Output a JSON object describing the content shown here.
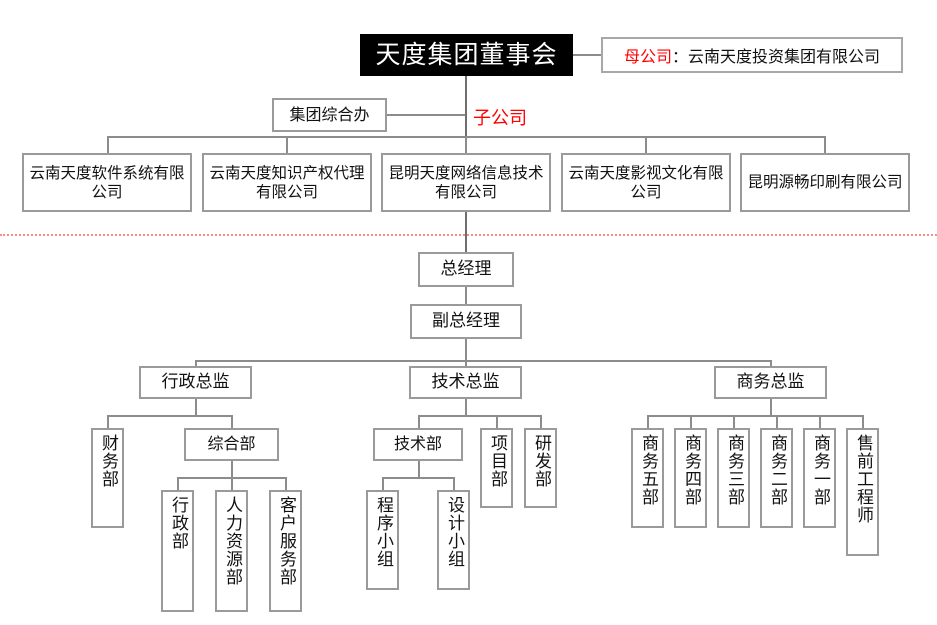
{
  "chart": {
    "title_node": "天度集团董事会",
    "annotations": {
      "parent_company_label": "母公司",
      "parent_company_sep": "：",
      "parent_company_name": "云南天度投资集团有限公司",
      "subsidiary_label": "子公司"
    },
    "group_office": "集团综合办",
    "subsidiaries": [
      "云南天度软件系统有限公司",
      "云南天度知识产权代理有限公司",
      "昆明天度网络信息技术有限公司",
      "云南天度影视文化有限公司",
      "昆明源畅印刷有限公司"
    ],
    "management": {
      "general_manager": "总经理",
      "deputy_general_manager": "副总经理"
    },
    "directors": [
      {
        "name": "行政总监"
      },
      {
        "name": "技术总监"
      },
      {
        "name": "商务总监"
      }
    ],
    "admin_branch": {
      "finance": "财务部",
      "general_affairs": "综合部",
      "general_affairs_children": [
        "行政部",
        "人力资源部",
        "客户服务部"
      ]
    },
    "tech_branch": {
      "tech_dept": "技术部",
      "tech_dept_children": [
        "程序小组",
        "设计小组"
      ],
      "siblings": [
        "项目部",
        "研发部"
      ]
    },
    "business_branch": {
      "units": [
        "商务五部",
        "商务四部",
        "商务三部",
        "商务二部",
        "商务一部",
        "售前工程师"
      ]
    },
    "colors": {
      "root_background": "#000000",
      "root_text": "#ffffff",
      "accent_red": "#ff0000",
      "divider": "#ff8a8a",
      "border": "#9a9a9a"
    }
  }
}
